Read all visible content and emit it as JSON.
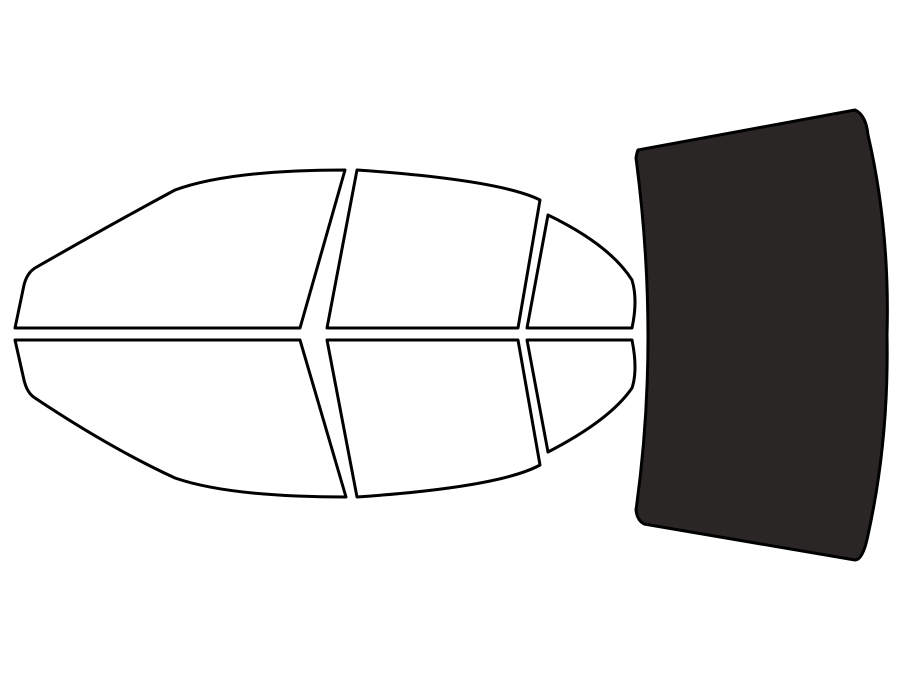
{
  "colors": {
    "background": "#ffffff",
    "outline": "#000000",
    "window_fill": "#ffffff",
    "tinted_fill": "#2a2626"
  },
  "panels": [
    {
      "id": "driver-front-door-window",
      "tinted": false
    },
    {
      "id": "driver-rear-door-window",
      "tinted": false
    },
    {
      "id": "driver-quarter-window",
      "tinted": false
    },
    {
      "id": "passenger-front-door-window",
      "tinted": false
    },
    {
      "id": "passenger-rear-door-window",
      "tinted": false
    },
    {
      "id": "passenger-quarter-window",
      "tinted": false
    },
    {
      "id": "rear-windshield",
      "tinted": true
    }
  ]
}
